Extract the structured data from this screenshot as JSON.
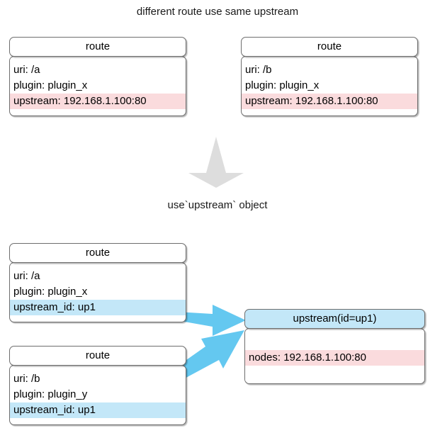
{
  "diagram": {
    "captions": {
      "top": "different route use same upstream",
      "middle": "use`upstream` object"
    },
    "colors": {
      "pink_row": "#fadbdd",
      "blue_row": "#c3e7f8",
      "arrow_blue": "#64c8f0",
      "arrow_gray": "#dddddd",
      "border": "#6e6e6e",
      "card_bg": "#ffffff"
    },
    "top_section": {
      "route_a": {
        "header": "route",
        "rows": [
          "uri: /a",
          "plugin: plugin_x",
          "upstream: 192.168.1.100:80"
        ]
      },
      "route_b": {
        "header": "route",
        "rows": [
          "uri: /b",
          "plugin: plugin_x",
          "upstream: 192.168.1.100:80"
        ]
      }
    },
    "bottom_section": {
      "route_a": {
        "header": "route",
        "rows": [
          "uri: /a",
          "plugin: plugin_x",
          "upstream_id: up1"
        ]
      },
      "route_b": {
        "header": "route",
        "rows": [
          "uri: /b",
          "plugin: plugin_y",
          "upstream_id: up1"
        ]
      },
      "upstream": {
        "header": "upstream(id=up1)",
        "rows": [
          "nodes: 192.168.1.100:80"
        ]
      }
    }
  }
}
